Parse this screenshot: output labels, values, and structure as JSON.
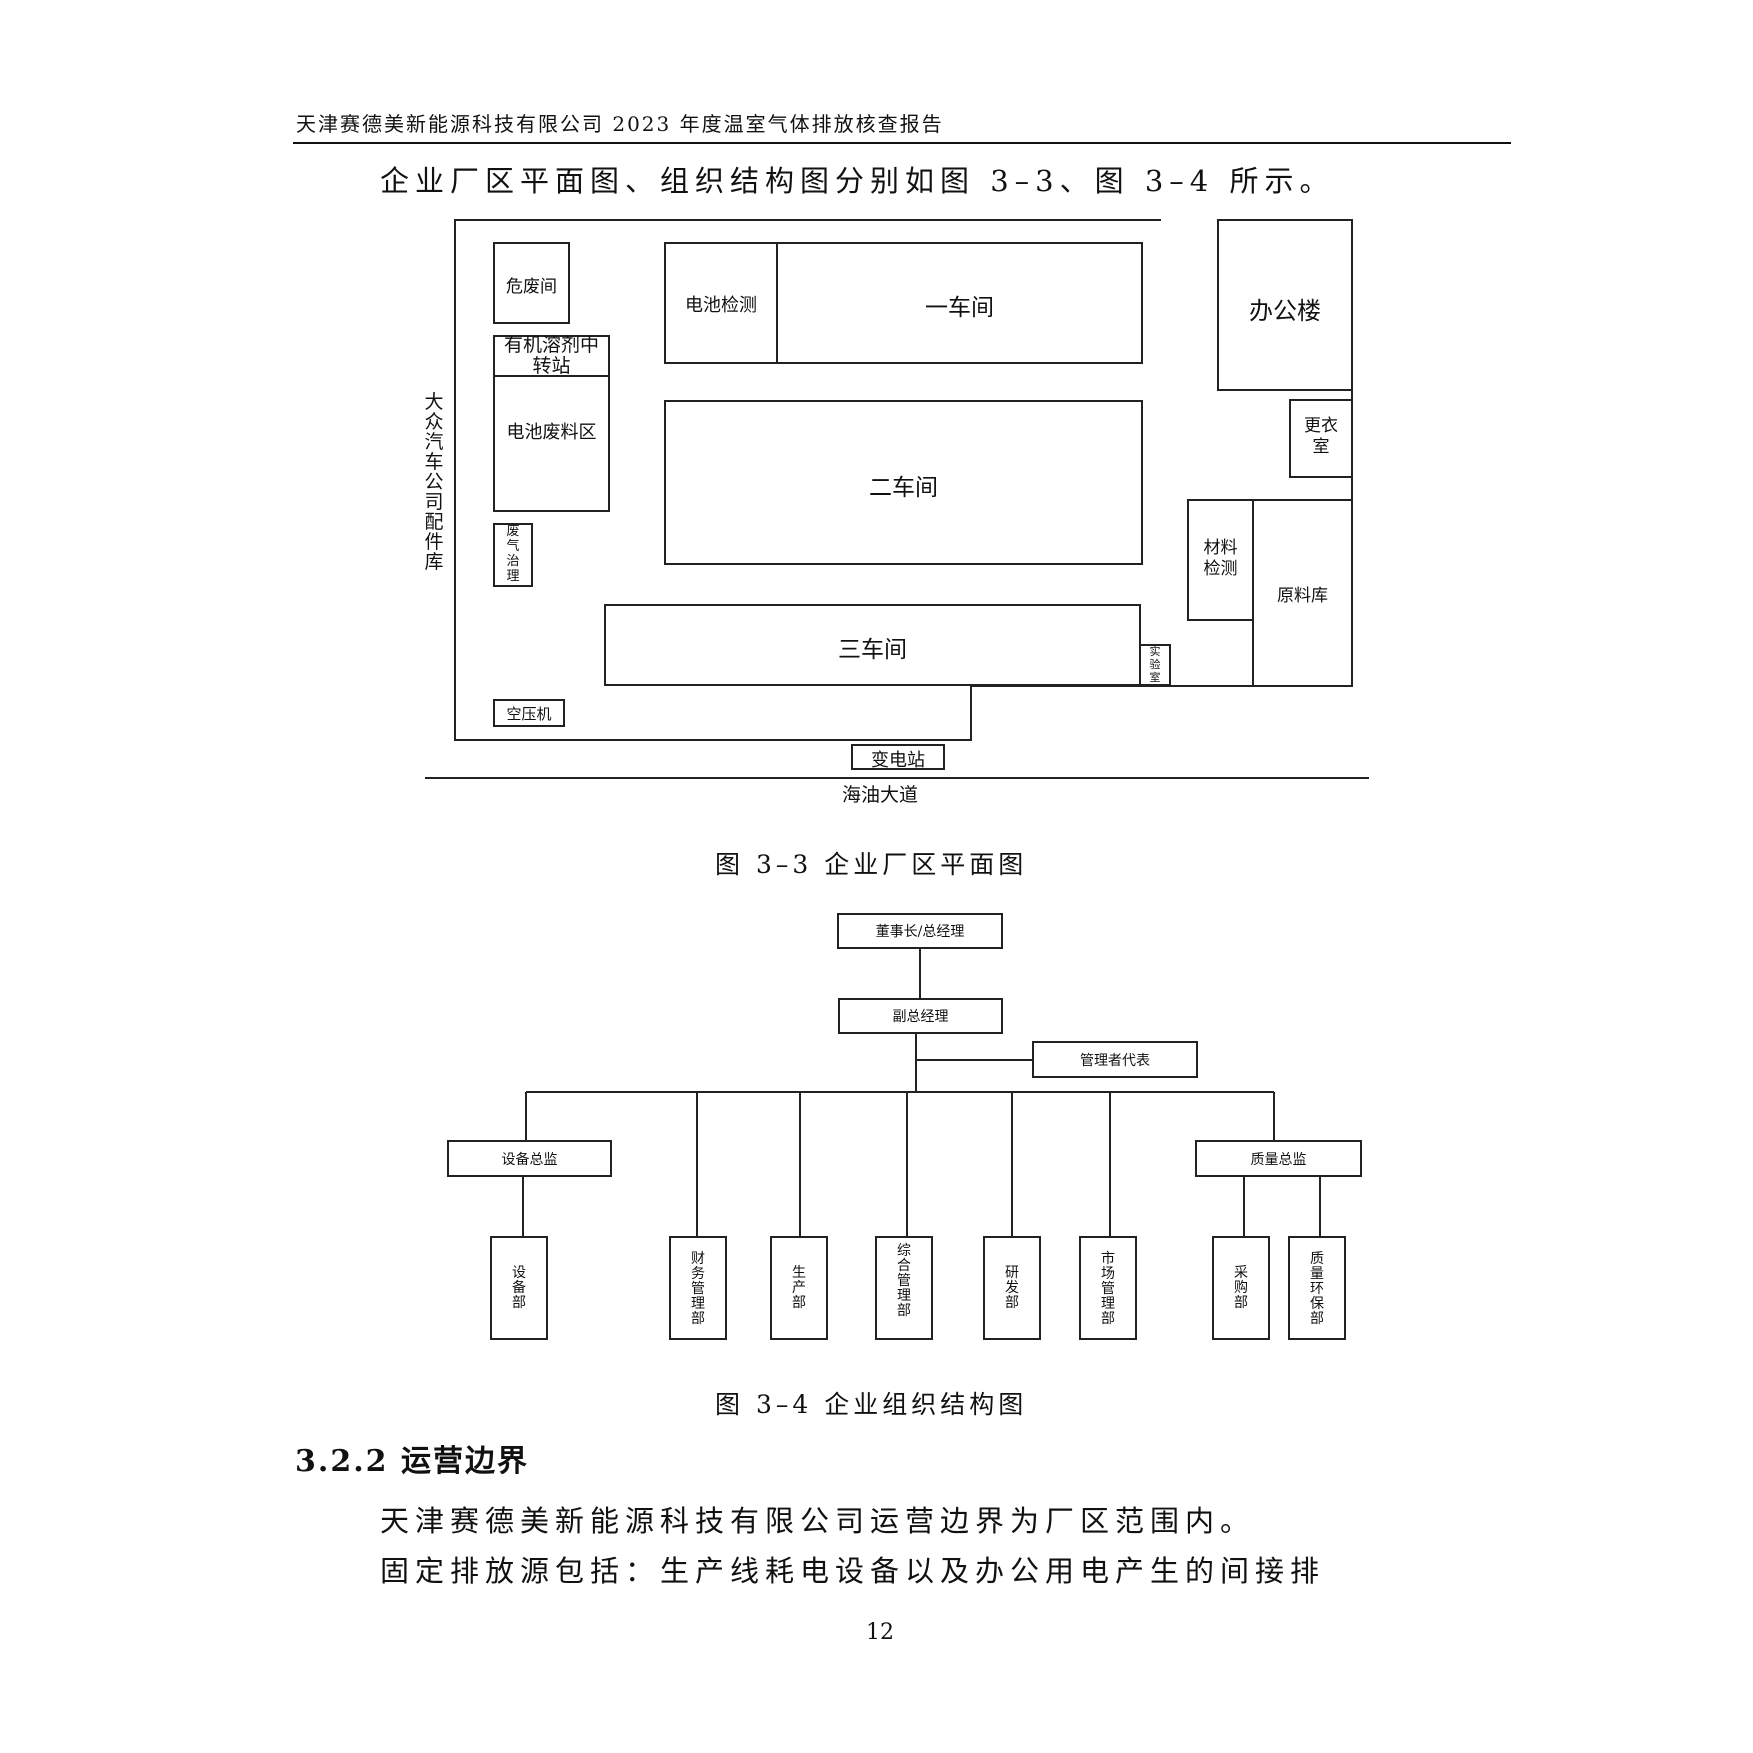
{
  "header": {
    "title": "天津赛德美新能源科技有限公司 2023 年度温室气体排放核查报告"
  },
  "intro_text": "企业厂区平面图、组织结构图分别如图 3–3、图 3–4 所示。",
  "site_plan": {
    "caption": "图 3–3    企业厂区平面图",
    "west_neighbor": "大众汽车公司配件库",
    "road": "海油大道",
    "substation": "变电站",
    "areas": {
      "hazardous_waste": "危废间",
      "solvent_station": "有机溶剂中转站",
      "battery_waste": "电池废料区",
      "exhaust_treatment": "废气治理",
      "compressor": "空压机",
      "battery_test": "电池检测",
      "workshop_1": "一车间",
      "workshop_2": "二车间",
      "workshop_3": "三车间",
      "lab": "实验室",
      "office": "办公楼",
      "locker": "更衣室",
      "material_test": "材料检测",
      "raw_store": "原料库"
    }
  },
  "org_chart": {
    "caption": "图 3–4    企业组织结构图",
    "chairman": "董事长/总经理",
    "deputy": "副总经理",
    "mgmt_rep": "管理者代表",
    "equipment_director": "设备总监",
    "quality_director": "质量总监",
    "departments": [
      "设备部",
      "财务管理部",
      "生产部",
      "综合管理部",
      "研发部",
      "市场管理部",
      "采购部",
      "质量环保部"
    ]
  },
  "section": {
    "heading": "3.2.2 运营边界",
    "p1": "天津赛德美新能源科技有限公司运营边界为厂区范围内。",
    "p2": "固定排放源包括：生产线耗电设备以及办公用电产生的间接排"
  },
  "page_number": "12"
}
